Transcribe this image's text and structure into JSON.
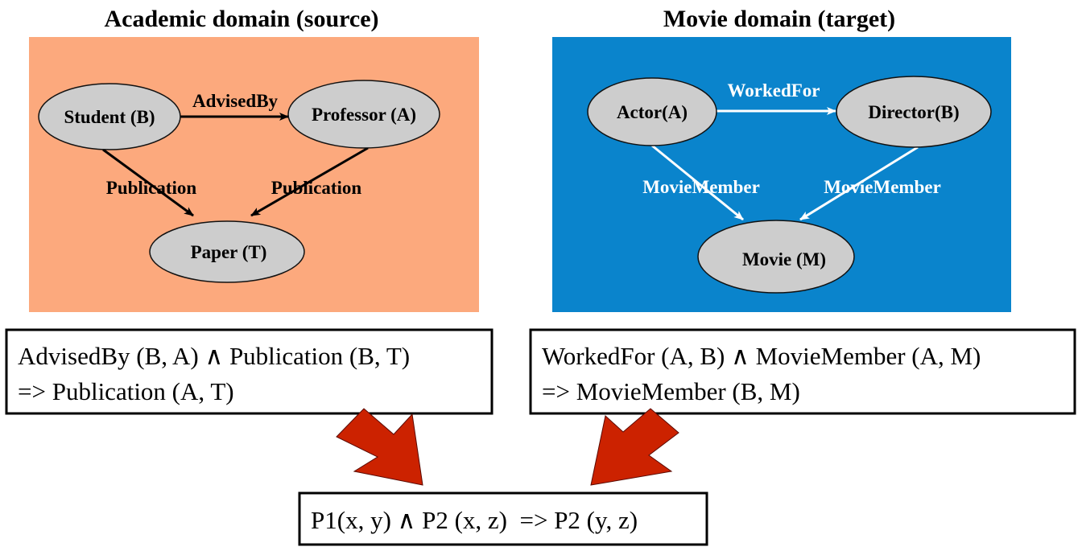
{
  "colors": {
    "source_bg": "#FCA97D",
    "target_bg": "#0A84CC",
    "node_fill": "#CDCDCD",
    "node_stroke": "#111111",
    "source_edge": "#000000",
    "target_edge": "#FFFFFF",
    "big_arrow": "#CC2200"
  },
  "source": {
    "title": "Academic domain (source)",
    "nodes": {
      "student": "Student (B)",
      "professor": "Professor (A)",
      "paper": "Paper (T)"
    },
    "edges": {
      "advised_by": "AdvisedBy",
      "publication_left": "Publication",
      "publication_right": "Publication"
    },
    "rule": {
      "line1": "AdvisedBy (B, A) ∧ Publication (B, T)",
      "line2": "=> Publication (A, T)"
    }
  },
  "target": {
    "title": "Movie domain (target)",
    "nodes": {
      "actor": "Actor(A)",
      "director": "Director(B)",
      "movie": "Movie (M)"
    },
    "edges": {
      "worked_for": "WorkedFor",
      "movie_member_left": "MovieMember",
      "movie_member_right": "MovieMember"
    },
    "rule": {
      "line1": "WorkedFor (A, B) ∧ MovieMember (A, M)",
      "line2": "=> MovieMember (B, M)"
    }
  },
  "general_rule": "P1(x, y) ∧ P2 (x, z)  => P2 (y, z)"
}
